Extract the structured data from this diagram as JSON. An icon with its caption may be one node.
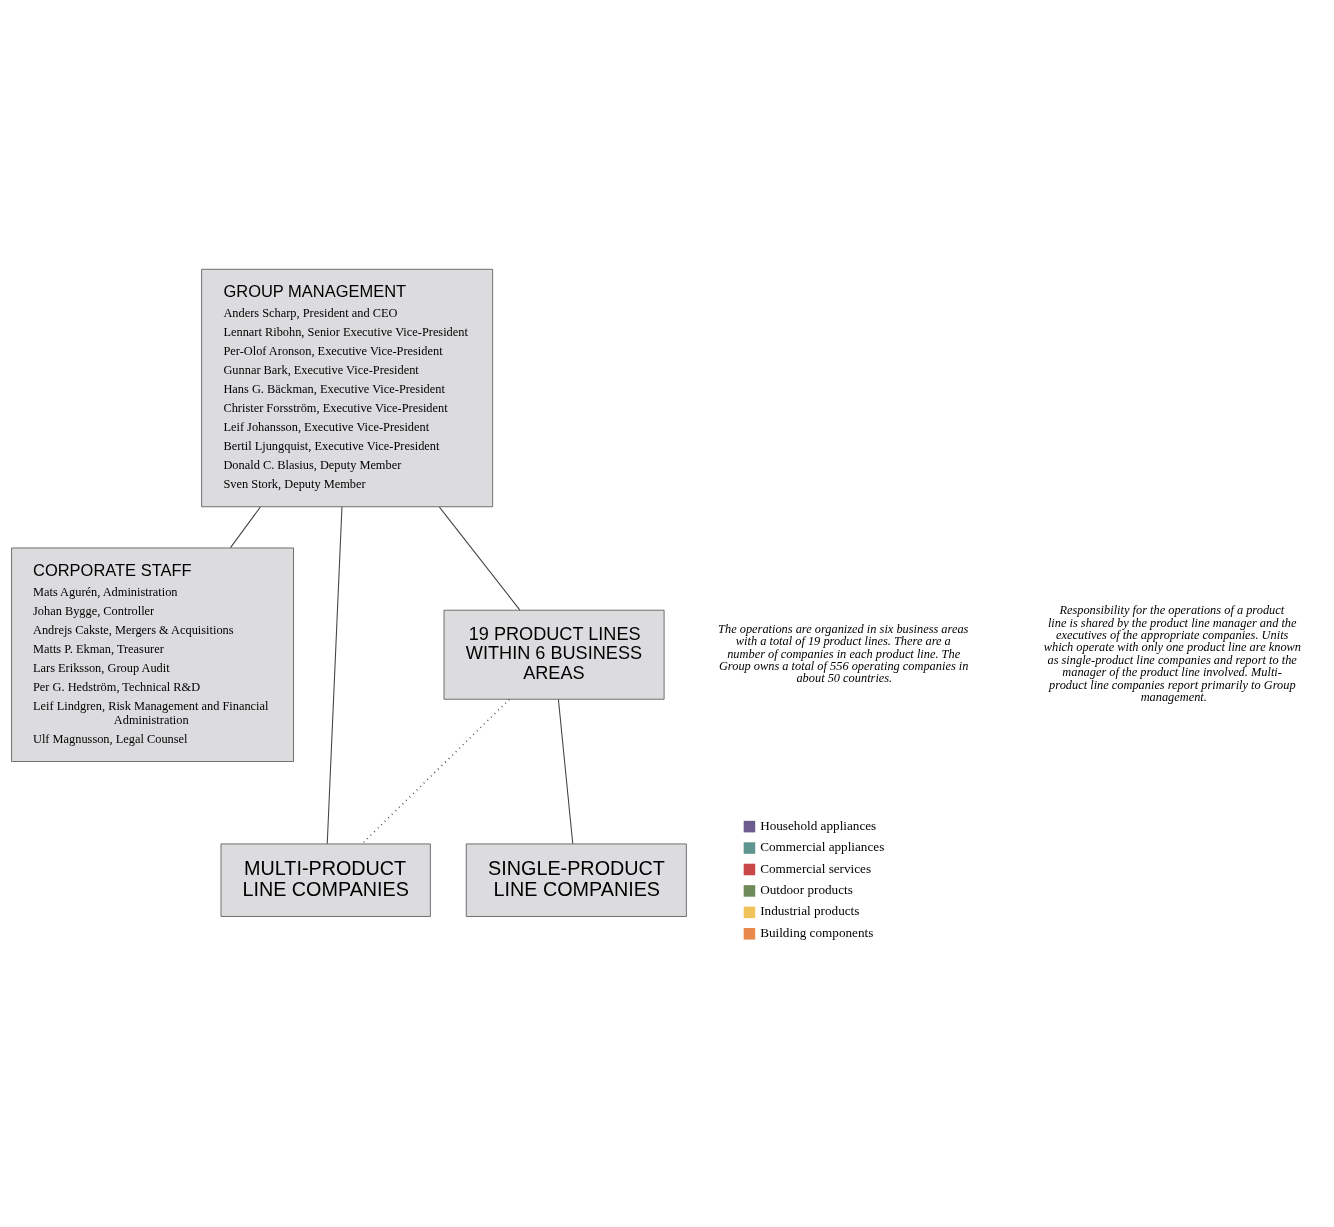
{
  "diagram": {
    "nodes": [
      {
        "text": [
          "GROUP MANAGEMENT",
          "Anders Scharp, President and CEO",
          "Lennart Ribohn, Senior Executive Vice-President",
          "Per-Olof Aronson, Executive Vice-President",
          "Gunnar Bark, Executive Vice-President",
          "Hans G. Bäckman, Executive Vice-President",
          "Christer Forsström, Executive Vice-President",
          "Leif Johansson, Executive Vice-President",
          "Bertil Ljungquist, Executive Vice-President",
          "Donald C. Blasius, Deputy Member",
          "Sven Stork, Deputy Member"
        ]
      },
      {
        "text": [
          "CORPORATE STAFF",
          "Mats Agurén, Administration",
          "Johan Bygge, Controller",
          "Andrejs Cakste, Mergers & Acquisitions",
          "Matts P. Ekman, Treasurer",
          "Lars Eriksson, Group Audit",
          "Per G. Hedström, Technical R&D",
          "Leif Lindgren, Risk Management and Financial Administration",
          "Ulf Magnusson, Legal Counsel"
        ]
      },
      {
        "text": [
          "19 PRODUCT LINES WITHIN 6 BUSINESS AREAS"
        ]
      },
      {
        "text": [
          "MULTI-PRODUCT LINE COMPANIES"
        ]
      },
      {
        "text": [
          "SINGLE-PRODUCT LINE COMPANIES"
        ]
      }
    ],
    "edges": [
      {
        "from": 0,
        "to": 1,
        "arrow": "none"
      },
      {
        "from": 0,
        "to": 2,
        "arrow": "none"
      },
      {
        "from": 0,
        "to": 3,
        "arrow": "none"
      },
      {
        "from": 2,
        "to": 3,
        "arrow": "none",
        "style": "dashed"
      },
      {
        "from": 2,
        "to": 4,
        "arrow": "none"
      }
    ],
    "labels": [
      "The operations are organized in six business areas with a total of 19 product lines. There are a number of companies in each product line. The Group owns a total of 556 operating companies in about 50 countries.",
      "Responsibility for the operations of a product line is shared by the product line manager and the executives of the appropriate companies. Units which operate with only one product line are known as single-product line companies and report to the manager of the product line involved. Multi-product line companies report primarily to Group management."
    ],
    "legend": [
      {
        "text": "Household appliances",
        "color": "#6b5b8e"
      },
      {
        "text": "Commercial appliances",
        "color": "#5f9590"
      },
      {
        "text": "Commercial services",
        "color": "#c8484a"
      },
      {
        "text": "Outdoor products",
        "color": "#6f8a5a"
      },
      {
        "text": "Industrial products",
        "color": "#f2c25a"
      },
      {
        "text": "Building components",
        "color": "#e8884a"
      }
    ]
  }
}
